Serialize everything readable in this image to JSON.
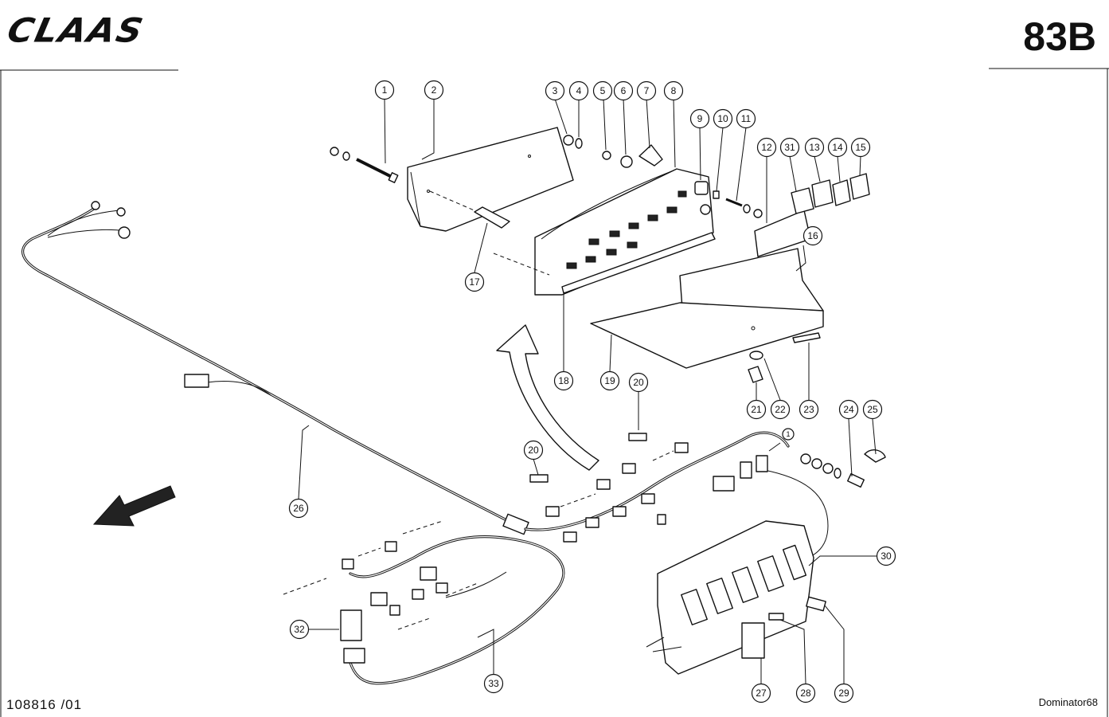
{
  "header": {
    "logo_text": "CLAAS",
    "page_number": "83B"
  },
  "footer": {
    "drawing_number": "108816 /01",
    "model": "Dominator68"
  },
  "callouts": [
    {
      "id": "callout-1",
      "label": "1"
    },
    {
      "id": "callout-2",
      "label": "2"
    },
    {
      "id": "callout-3",
      "label": "3"
    },
    {
      "id": "callout-4",
      "label": "4"
    },
    {
      "id": "callout-5",
      "label": "5"
    },
    {
      "id": "callout-6",
      "label": "6"
    },
    {
      "id": "callout-7",
      "label": "7"
    },
    {
      "id": "callout-8",
      "label": "8"
    },
    {
      "id": "callout-9",
      "label": "9"
    },
    {
      "id": "callout-10",
      "label": "10"
    },
    {
      "id": "callout-11",
      "label": "11"
    },
    {
      "id": "callout-12",
      "label": "12"
    },
    {
      "id": "callout-31",
      "label": "31"
    },
    {
      "id": "callout-13",
      "label": "13"
    },
    {
      "id": "callout-14",
      "label": "14"
    },
    {
      "id": "callout-15",
      "label": "15"
    },
    {
      "id": "callout-16",
      "label": "16"
    },
    {
      "id": "callout-17",
      "label": "17"
    },
    {
      "id": "callout-18",
      "label": "18"
    },
    {
      "id": "callout-19",
      "label": "19"
    },
    {
      "id": "callout-20a",
      "label": "20"
    },
    {
      "id": "callout-20b",
      "label": "20"
    },
    {
      "id": "callout-21",
      "label": "21"
    },
    {
      "id": "callout-22",
      "label": "22"
    },
    {
      "id": "callout-23",
      "label": "23"
    },
    {
      "id": "callout-24",
      "label": "24"
    },
    {
      "id": "callout-25",
      "label": "25"
    },
    {
      "id": "callout-26",
      "label": "26"
    },
    {
      "id": "callout-27",
      "label": "27"
    },
    {
      "id": "callout-28",
      "label": "28"
    },
    {
      "id": "callout-29",
      "label": "29"
    },
    {
      "id": "callout-30",
      "label": "30"
    },
    {
      "id": "callout-32",
      "label": "32"
    },
    {
      "id": "callout-33",
      "label": "33"
    },
    {
      "id": "callout-1b",
      "label": "1"
    }
  ]
}
